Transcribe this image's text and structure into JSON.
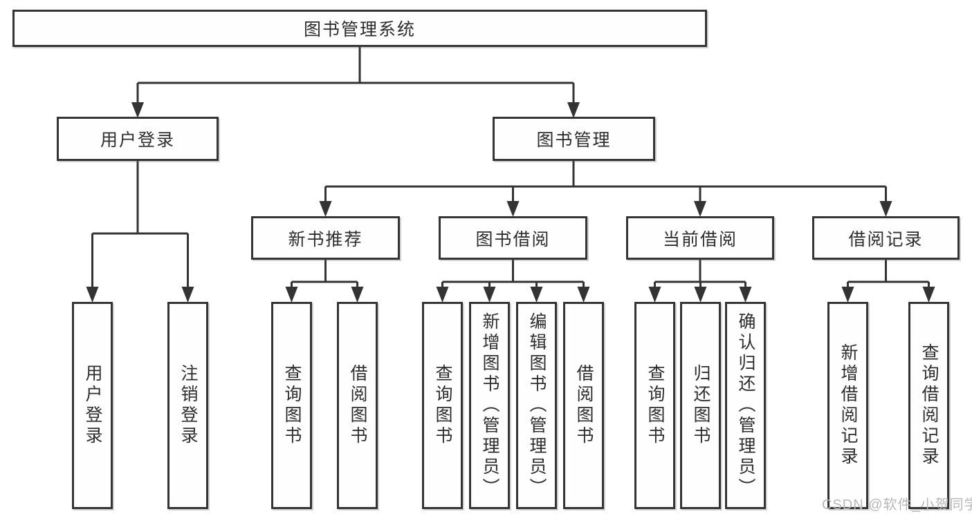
{
  "diagram": {
    "root": {
      "label": "图书管理系统",
      "children": [
        {
          "label": "用户登录",
          "children": [
            {
              "label": "用户登录"
            },
            {
              "label": "注销登录"
            }
          ]
        },
        {
          "label": "图书管理",
          "children": [
            {
              "label": "新书推荐",
              "children": [
                {
                  "label": "查询图书"
                },
                {
                  "label": "借阅图书"
                }
              ]
            },
            {
              "label": "图书借阅",
              "children": [
                {
                  "label": "查询图书"
                },
                {
                  "label": "新增图书（管理员）"
                },
                {
                  "label": "编辑图书（管理员）"
                },
                {
                  "label": "借阅图书"
                }
              ]
            },
            {
              "label": "当前借阅",
              "children": [
                {
                  "label": "查询图书"
                },
                {
                  "label": "归还图书"
                },
                {
                  "label": "确认归还（管理员）"
                }
              ]
            },
            {
              "label": "借阅记录",
              "children": [
                {
                  "label": "新增借阅记录"
                },
                {
                  "label": "查询借阅记录"
                }
              ]
            }
          ]
        }
      ]
    }
  },
  "watermark": {
    "text": "CSDN @软件_小贺同学",
    "color": "#b8b8b8"
  },
  "colors": {
    "line": "#333333",
    "box_border": "#343434",
    "text": "#2d2d2d",
    "background": "#ffffff"
  }
}
